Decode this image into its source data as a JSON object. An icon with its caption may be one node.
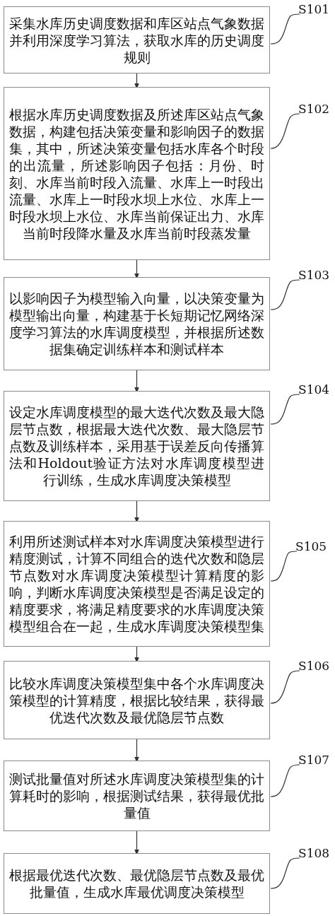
{
  "diagram": {
    "nodes": [
      {
        "text": [
          "采集水库历史调度数据和库区站点气象数据并利用深度学习算法，获取水库的历史调度规则"
        ]
      },
      {
        "text": [
          "S101"
        ]
      },
      {
        "text": [
          "根据水库历史调度数据及所述库区站点气象数据，构建包括决策变量和影响因子的数据集，其中，所述决策变量包括水库各个时段的出流量，所述影响因子包括：月份、时刻、水库当前时段入流量、水库上一时段出流量、水库上一时段水坝上水位、水库上一时段水坝上水位、水库当前保证出力、水库当前时段降水量及水库当前时段蒸发量"
        ]
      },
      {
        "text": [
          "S102"
        ]
      },
      {
        "text": [
          "以影响因子为模型输入向量，以决策变量为模型输出向量，构建基于长短期记忆网络深度学习算法的水库调度模型，并根据所述数据集确定训练样本和测试样本"
        ]
      },
      {
        "text": [
          "S103"
        ]
      },
      {
        "text": [
          "设定水库调度模型的最大迭代次数及最大隐层节点数，根据最大迭代次数、最大隐层节点数及训练样本，采用基于误差反向传播算法和Holdout验证方法对水库调度模型进行训练，生成水库调度决策模型"
        ]
      },
      {
        "text": [
          "S104"
        ]
      },
      {
        "text": [
          "利用所述测试样本对水库调度决策模型进行精度测试，计算不同组合的迭代次数和隐层节点数对水库调度决策模型计算精度的影响，判断水库调度决策模型是否满足设定的精度要求，将满足精度要求的水库调度决策模型组合在一起，生成水库调度决策模型集"
        ]
      },
      {
        "text": [
          "S105"
        ]
      },
      {
        "text": [
          "比较水库调度决策模型集中各个水库调度决策模型的计算精度，根据比较结果，获得最优迭代次数及最优隐层节点数"
        ]
      },
      {
        "text": [
          "S106"
        ]
      },
      {
        "text": [
          "测试批量值对所述水库调度决策模型集的计算耗时的影响，根据测试结果，获得最优批量值"
        ]
      },
      {
        "text": [
          "S107"
        ]
      },
      {
        "text": [
          "根据最优迭代次数、最优隐层节点数及最优批量值，生成水库最优调度决策模型"
        ]
      },
      {
        "text": [
          "S108"
        ]
      }
    ],
    "edges": [
      {
        "from": 0,
        "to": 2,
        "arrow": "to"
      },
      {
        "from": 2,
        "to": 4,
        "arrow": "to"
      },
      {
        "from": 4,
        "to": 6,
        "arrow": "to"
      },
      {
        "from": 6,
        "to": 8,
        "arrow": "to"
      },
      {
        "from": 8,
        "to": 10,
        "arrow": "to"
      },
      {
        "from": 10,
        "to": 12,
        "arrow": "to"
      },
      {
        "from": 12,
        "to": 14,
        "arrow": "to"
      },
      {
        "from": 1,
        "to": 0,
        "arrow": "none"
      },
      {
        "from": 3,
        "to": 2,
        "arrow": "none"
      },
      {
        "from": 5,
        "to": 4,
        "arrow": "none"
      },
      {
        "from": 7,
        "to": 6,
        "arrow": "none"
      },
      {
        "from": 9,
        "to": 8,
        "arrow": "none"
      },
      {
        "from": 11,
        "to": 10,
        "arrow": "none"
      },
      {
        "from": 13,
        "to": 12,
        "arrow": "none"
      },
      {
        "from": 15,
        "to": 14,
        "arrow": "none"
      }
    ]
  }
}
